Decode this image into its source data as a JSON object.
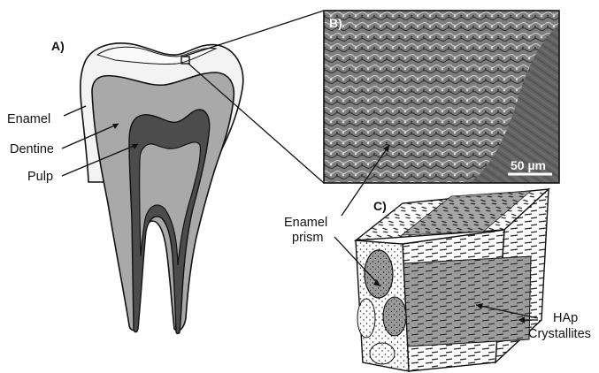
{
  "panels": {
    "a": "A)",
    "b": "B)",
    "c": "C)"
  },
  "labels": {
    "enamel": "Enamel",
    "dentine": "Dentine",
    "pulp": "Pulp",
    "enamel_prism_line1": "Enamel",
    "enamel_prism_line2": "prism",
    "hap_line1": "HAp",
    "hap_line2": "Crystallites"
  },
  "scale_bar": {
    "label": "50 µm"
  },
  "colors": {
    "enamel": "#f3f3f3",
    "dentine": "#a9a9a9",
    "pulp": "#4c4c4c",
    "outline": "#111111",
    "sem_background": "#7a7a7a"
  }
}
